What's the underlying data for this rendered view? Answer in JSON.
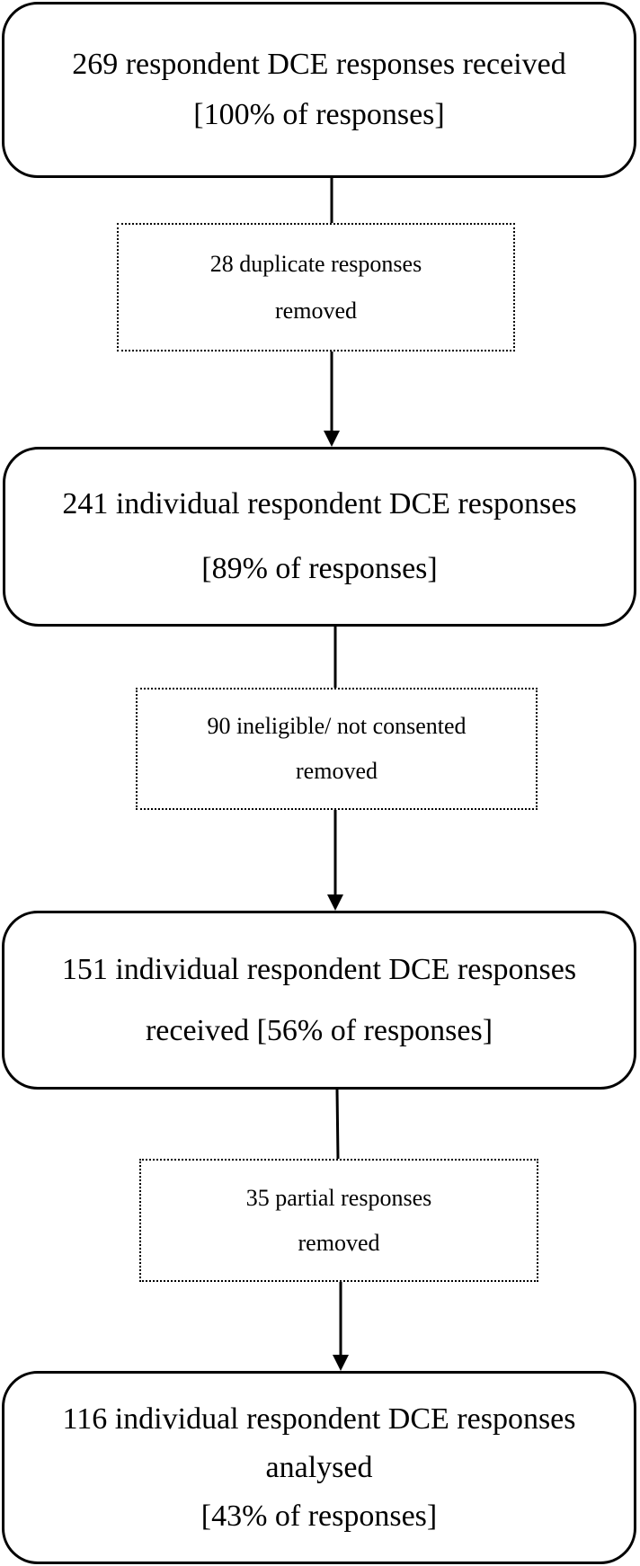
{
  "flow": {
    "step_1": {
      "line_1": "269 respondent DCE responses received",
      "line_2": "[100% of responses]"
    },
    "exclusion_1": {
      "line_1": "28 duplicate responses",
      "line_2": "removed"
    },
    "step_2": {
      "line_1": "241 individual respondent DCE responses",
      "line_2": "[89% of responses]"
    },
    "exclusion_2": {
      "line_1": "90 ineligible/ not consented",
      "line_2": "removed"
    },
    "step_3": {
      "line_1": "151 individual respondent DCE responses",
      "line_2": "received [56% of responses]"
    },
    "exclusion_3": {
      "line_1": "35 partial responses",
      "line_2": "removed"
    },
    "step_4": {
      "line_1": "116 individual respondent DCE responses",
      "line_2": "analysed",
      "line_3": "[43% of responses]"
    }
  },
  "colors": {
    "line": "#000000",
    "background": "#ffffff"
  }
}
